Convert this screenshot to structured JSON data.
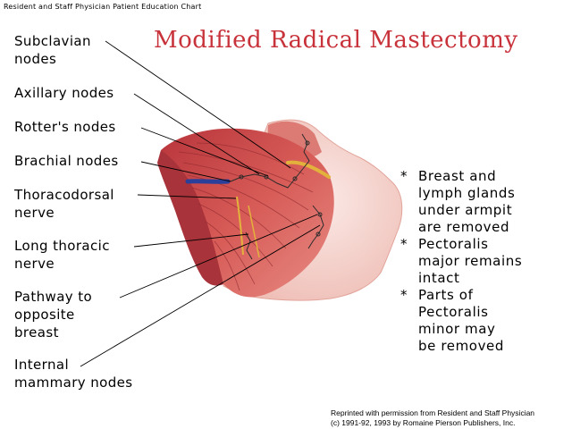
{
  "header": "Resident and Staff Physician Patient Education Chart",
  "title": "Modified Radical Mastectomy",
  "labels": {
    "subclavian": [
      "Subclavian",
      "nodes"
    ],
    "axillary": [
      "Axillary nodes"
    ],
    "rotters": [
      "Rotter's nodes"
    ],
    "brachial": [
      "Brachial nodes"
    ],
    "thoracodorsal": [
      "Thoracodorsal",
      "nerve"
    ],
    "long_thoracic": [
      "Long thoracic",
      "nerve"
    ],
    "pathway": [
      "Pathway to",
      "opposite",
      "breast"
    ],
    "internal": [
      "Internal",
      "mammary nodes"
    ]
  },
  "notes": [
    {
      "star": "*",
      "lines": [
        "Breast and",
        "lymph glands",
        "under armpit",
        "are removed"
      ]
    },
    {
      "star": "*",
      "lines": [
        "Pectoralis",
        "major remains",
        "intact"
      ]
    },
    {
      "star": "*",
      "lines": [
        "Parts of",
        "Pectoralis",
        "minor may",
        "be removed"
      ]
    }
  ],
  "credit": [
    "Reprinted with permission from Resident and Staff Physician",
    "(c) 1991-92, 1993 by Romaine Pierson Publishers, Inc."
  ],
  "colors": {
    "title": "#c8323a",
    "skin": "#f6d7d2",
    "muscle": "#c94a4a",
    "muscle_dark": "#9e2f33",
    "vein": "#2a3f9a",
    "nerve": "#e3b23c"
  }
}
